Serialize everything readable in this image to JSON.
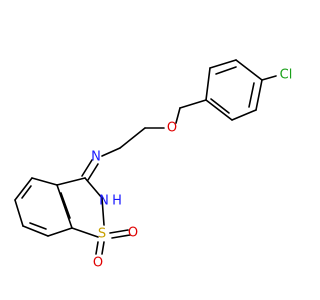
{
  "atoms": {
    "chlorine": {
      "label": "Cl",
      "color": "#1aa01a"
    },
    "ether_oxygen": {
      "label": "O",
      "color": "#e00000"
    },
    "imine_nitrogen": {
      "label": "N",
      "color": "#1a1aff"
    },
    "ring_nitrogen": {
      "label": "N",
      "color": "#1a1aff"
    },
    "ring_nitrogen_hydrogen": {
      "label": "H",
      "color": "#1a1aff"
    },
    "sulfur": {
      "label": "S",
      "color": "#c8a000"
    },
    "sulfonyl_oxygen_right": {
      "label": "O",
      "color": "#e00000"
    },
    "sulfonyl_oxygen_bottom": {
      "label": "O",
      "color": "#e00000"
    }
  }
}
